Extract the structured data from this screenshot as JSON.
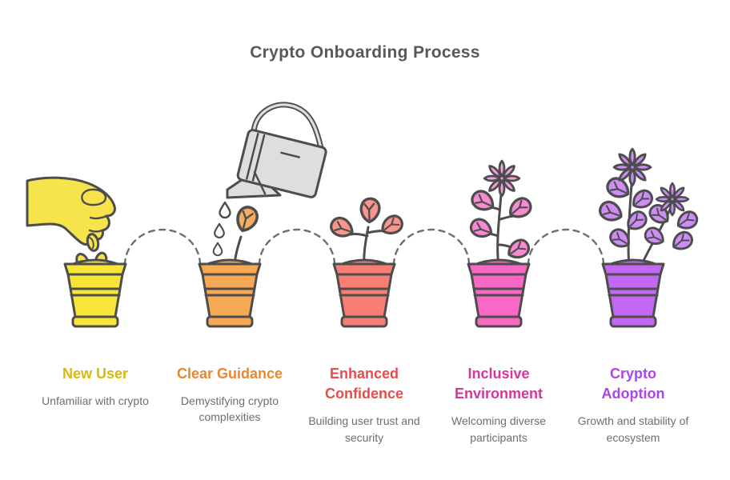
{
  "title": {
    "text": "Crypto Onboarding Process",
    "color": "#595959"
  },
  "palette": {
    "outline": "#4d4d4d",
    "connector": "#6e6e6e",
    "description_text": "#6e6e6e"
  },
  "watering_can_fill": "#dedede",
  "drop_fill": "#fcfcfc",
  "hand_fill": "#f7e44c",
  "seed_fill": "#f7e44c",
  "stages": [
    {
      "icon": "pot-with-seeds",
      "label": "New User",
      "description": "Unfamiliar with crypto",
      "colors": {
        "title": "#d8b90b",
        "pot": "#f8e53a"
      }
    },
    {
      "icon": "pot-with-sprout-watering-can",
      "label": "Clear Guidance",
      "description": "Demystifying crypto complexities",
      "colors": {
        "title": "#e5882f",
        "pot": "#f6a852",
        "foliage": "#f5ad62"
      }
    },
    {
      "icon": "pot-with-young-plant",
      "label": "Enhanced Confidence",
      "description": "Building user trust and security",
      "colors": {
        "title": "#e84c4a",
        "pot": "#f97d72",
        "foliage": "#f9958d"
      }
    },
    {
      "icon": "pot-with-flowering-plant",
      "label": "Inclusive Environment",
      "description": "Welcoming diverse participants",
      "colors": {
        "title": "#d6349f",
        "pot": "#f968c4",
        "foliage": "#f78ad2",
        "flower": "#f59be0"
      }
    },
    {
      "icon": "pot-with-full-bloom",
      "label": "Crypto Adoption",
      "description": "Growth and stability of ecosystem",
      "colors": {
        "title": "#ab45e8",
        "pot": "#c368f2",
        "foliage": "#cd8df5",
        "flower": "#cd8df5"
      }
    }
  ]
}
